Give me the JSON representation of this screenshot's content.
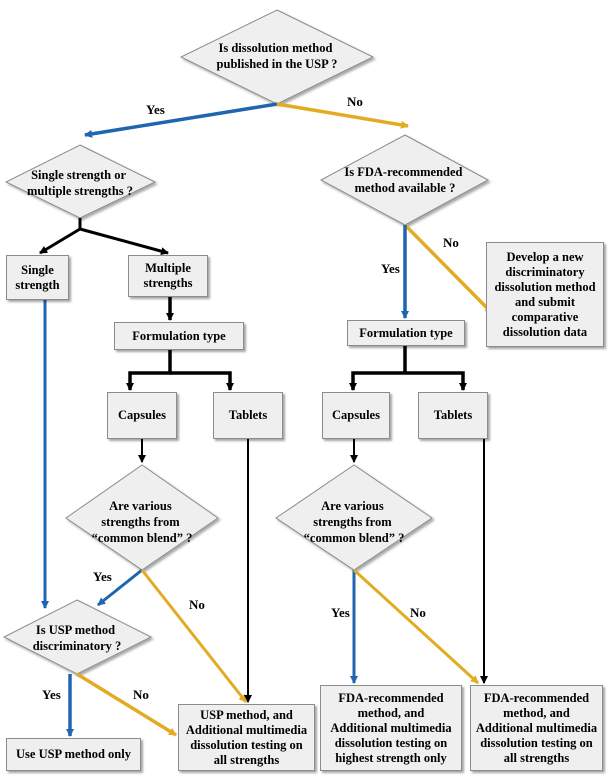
{
  "diamonds": {
    "usp_published": [
      "Is dissolution method",
      "published in the USP ?"
    ],
    "strength_count": [
      "Single strength or",
      "multiple strengths ?"
    ],
    "fda_available": [
      "Is FDA-recommended",
      "method available ?"
    ],
    "common_blend_left": [
      "Are various",
      "strengths from",
      "“common blend” ?"
    ],
    "common_blend_right": [
      "Are various",
      "strengths from",
      "“common blend” ?"
    ],
    "usp_discriminatory": [
      "Is USP  method",
      "discriminatory ?"
    ]
  },
  "boxes": {
    "single_strength": "Single\nstrength",
    "multiple_strengths": "Multiple\nstrengths",
    "formulation_left": "Formulation type",
    "capsules_left": "Capsules",
    "tablets_left": "Tablets",
    "develop_new": "Develop a new\ndiscriminatory\ndissolution  method\nand submit\ncomparative\ndissolution data",
    "formulation_right": "Formulation type",
    "capsules_right": "Capsules",
    "tablets_right": "Tablets",
    "use_usp_only": "Use USP method only",
    "usp_all_strengths": "USP method, and\nAdditional multimedia\ndissolution testing on\nall strengths",
    "fda_highest": "FDA-recommended\nmethod, and\nAdditional multimedia\ndissolution testing on\nhighest strength only",
    "fda_all": "FDA-recommended\nmethod, and\nAdditional multimedia\ndissolution testing on\nall strengths"
  },
  "edge_labels": {
    "usp_yes": "Yes",
    "usp_no": "No",
    "fda_no": "No",
    "fda_yes": "Yes",
    "blend_left_yes": "Yes",
    "blend_left_no": "No",
    "blend_right_yes": "Yes",
    "blend_right_no": "No",
    "disc_yes": "Yes",
    "disc_no": "No"
  },
  "colors": {
    "yes_arrow": "#1f66b0",
    "no_arrow": "#e2ab22",
    "neutral_arrow": "#000000",
    "box_fill": "#efefef",
    "box_border": "#8c8c8c"
  }
}
